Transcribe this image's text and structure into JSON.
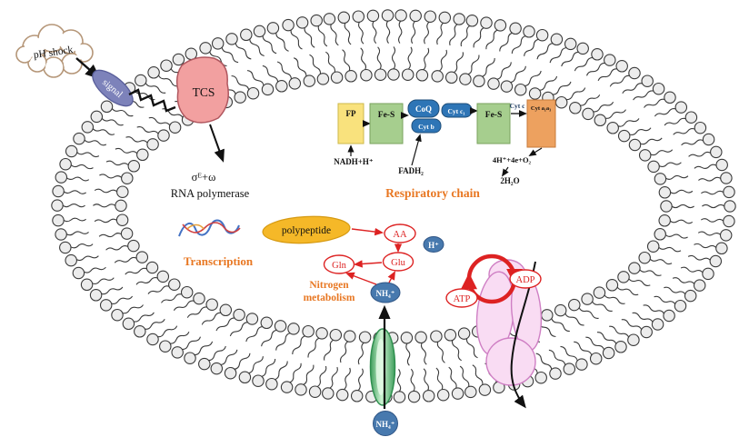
{
  "colors": {
    "accent_orange": "#e87722",
    "arrow_red": "#dd2222",
    "box_yellow": "#f9e27d",
    "box_green": "#a6ce8e",
    "box_blue": "#2e75b6",
    "box_orange": "#eda15f",
    "ion_blue": "#4779ae",
    "protein_pink": "#f9dcf3",
    "tcs_pink": "#f2a0a0",
    "signal_purple": "#7d82ba",
    "polypeptide_yellow": "#f5b828",
    "channel_green": "#3f9e5c",
    "membrane_head_fill": "#ececec",
    "membrane_stroke": "#3a3a3a"
  },
  "signaling": {
    "ph_shock": "pH shock",
    "signal": "signal",
    "tcs": "TCS",
    "sigma_factor": "σᴱ+ω",
    "rna_polymerase": "RNA polymerase",
    "transcription": "Transcription"
  },
  "respiratory_chain": {
    "title": "Respiratory chain",
    "fp": "FP",
    "fes_left": "Fe-S",
    "coq": "CoQ",
    "cyt_c1": "Cyt c₁",
    "cyt_b": "Cyt b",
    "fes_right": "Fe-S",
    "cyt_c": "Cyt c",
    "cyt_aa3": "Cyt a₁a₃",
    "nadh": "NADH+H⁺",
    "fadh2": "FADH₂",
    "oxygen": "4H⁺+4e+O₂",
    "water": "2H₂O"
  },
  "nitrogen_metabolism": {
    "title_line1": "Nitrogen",
    "title_line2": "metabolism",
    "polypeptide": "polypeptide",
    "aa": "AA",
    "glu": "Glu",
    "gln": "Gln",
    "nh4_internal": "NH₄⁺",
    "h_plus": "H⁺"
  },
  "atp_synthase": {
    "atp": "ATP",
    "adp": "ADP"
  },
  "transport": {
    "nh4_external": "NH₄⁺"
  }
}
